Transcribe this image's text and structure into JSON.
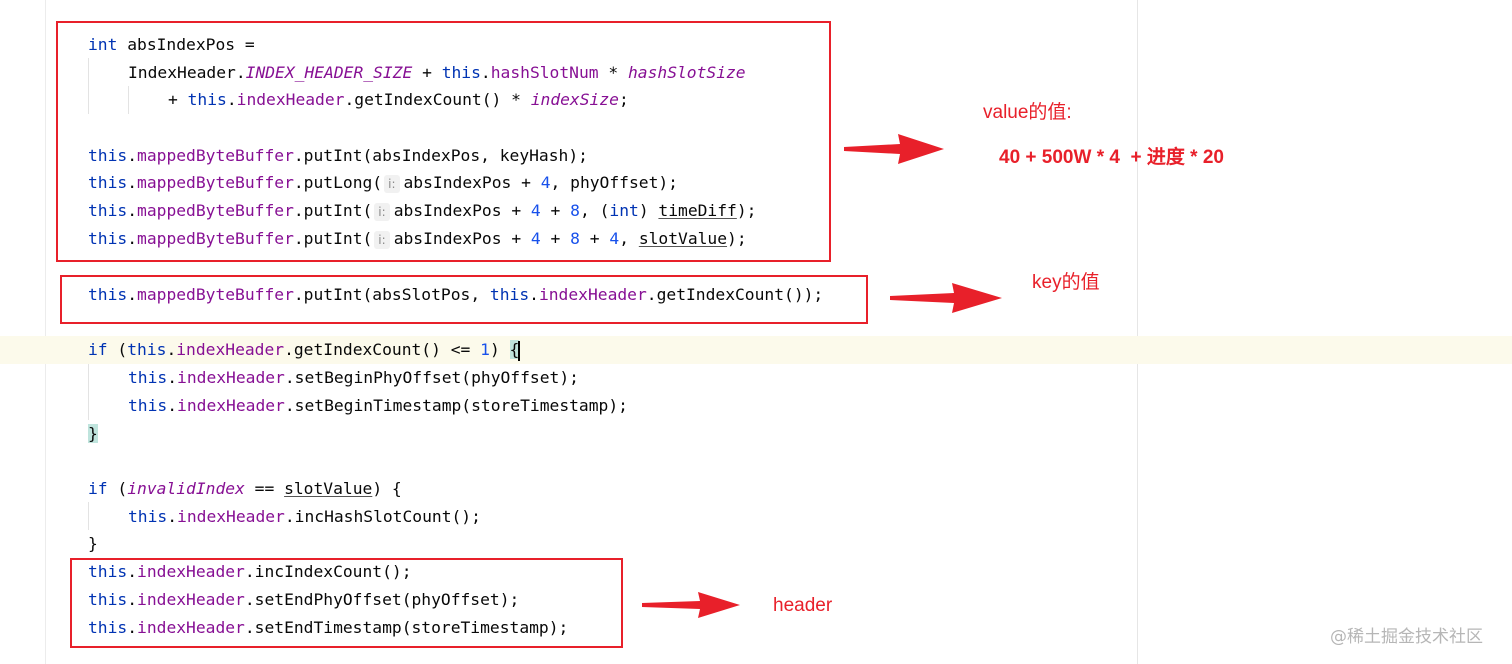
{
  "editor": {
    "lines": {
      "l1_kw": "int",
      "l1_rest": " absIndexPos =",
      "l2_a": "IndexHeader.",
      "l2_b": "INDEX_HEADER_SIZE",
      "l2_c": " + ",
      "l2_d": "this",
      "l2_e": ".",
      "l2_f": "hashSlotNum",
      "l2_g": " * ",
      "l2_h": "hashSlotSize",
      "l3_a": "+ ",
      "l3_b": "this",
      "l3_c": ".",
      "l3_d": "indexHeader",
      "l3_e": ".getIndexCount() * ",
      "l3_f": "indexSize",
      "l3_g": ";",
      "l5_a": "this",
      "l5_b": ".",
      "l5_c": "mappedByteBuffer",
      "l5_d": ".putInt(absIndexPos, keyHash);",
      "l6_a": "this",
      "l6_b": ".",
      "l6_c": "mappedByteBuffer",
      "l6_d": ".putLong(",
      "l6_hint": "i:",
      "l6_e": "absIndexPos + ",
      "l6_n1": "4",
      "l6_f": ", phyOffset);",
      "l7_a": "this",
      "l7_b": ".",
      "l7_c": "mappedByteBuffer",
      "l7_d": ".putInt(",
      "l7_hint": "i:",
      "l7_e": "absIndexPos + ",
      "l7_n1": "4",
      "l7_f": " + ",
      "l7_n2": "8",
      "l7_g": ", (",
      "l7_kw": "int",
      "l7_h": ") ",
      "l7_ul": "timeDiff",
      "l7_i": ");",
      "l8_a": "this",
      "l8_b": ".",
      "l8_c": "mappedByteBuffer",
      "l8_d": ".putInt(",
      "l8_hint": "i:",
      "l8_e": "absIndexPos + ",
      "l8_n1": "4",
      "l8_f": " + ",
      "l8_n2": "8",
      "l8_g": " + ",
      "l8_n3": "4",
      "l8_h": ", ",
      "l8_ul": "slotValue",
      "l8_i": ");",
      "l10_a": "this",
      "l10_b": ".",
      "l10_c": "mappedByteBuffer",
      "l10_d": ".putInt(absSlotPos, ",
      "l10_e": "this",
      "l10_f": ".",
      "l10_g": "indexHeader",
      "l10_h": ".getIndexCount());",
      "l12_kw": "if",
      "l12_a": " (",
      "l12_b": "this",
      "l12_c": ".",
      "l12_d": "indexHeader",
      "l12_e": ".getIndexCount() <= ",
      "l12_n": "1",
      "l12_f": ") ",
      "l12_brace": "{",
      "l13_a": "this",
      "l13_b": ".",
      "l13_c": "indexHeader",
      "l13_d": ".setBeginPhyOffset(phyOffset);",
      "l14_a": "this",
      "l14_b": ".",
      "l14_c": "indexHeader",
      "l14_d": ".setBeginTimestamp(storeTimestamp);",
      "l15_brace": "}",
      "l17_kw": "if",
      "l17_a": " (",
      "l17_b": "invalidIndex",
      "l17_c": " == ",
      "l17_ul": "slotValue",
      "l17_d": ") {",
      "l18_a": "this",
      "l18_b": ".",
      "l18_c": "indexHeader",
      "l18_d": ".incHashSlotCount();",
      "l19": "}",
      "l20_a": "this",
      "l20_b": ".",
      "l20_c": "indexHeader",
      "l20_d": ".incIndexCount();",
      "l21_a": "this",
      "l21_b": ".",
      "l21_c": "indexHeader",
      "l21_d": ".setEndPhyOffset(phyOffset);",
      "l22_a": "this",
      "l22_b": ".",
      "l22_c": "indexHeader",
      "l22_d": ".setEndTimestamp(storeTimestamp);"
    }
  },
  "annotations": {
    "value_title": "value的值:",
    "value_formula": "40 + 500W * 4  + 进度 * 20",
    "key_label": "key的值",
    "header_label": "header",
    "color": "#e8202a"
  },
  "watermark": "@稀土掘金技术社区"
}
